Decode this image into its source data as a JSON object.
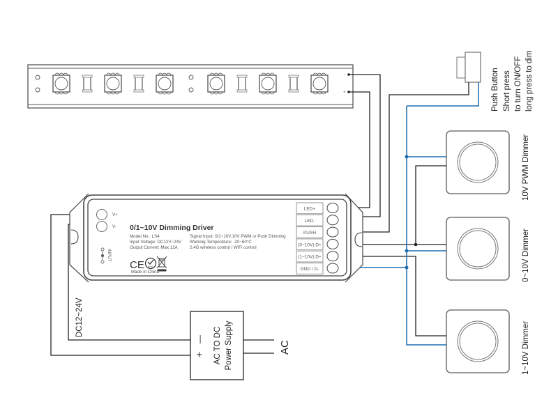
{
  "driver": {
    "title": "0/1~10V Dimming Driver",
    "specs_left": [
      "Model No.: LS4",
      "Input Voltage: DC12V~24V",
      "Output Current: Max 12A"
    ],
    "specs_right": [
      "Signal Input: 0/1~10V,10V PWM or Push Dimming",
      "Working Temperature: -20~60°C",
      "2.4G wireless control / WiFi control"
    ],
    "made_in": "Made in China",
    "input_label": "INPUT",
    "input_pins": [
      "V+",
      "V-"
    ],
    "ce_mark": "CE",
    "rohs_mark": "RoHS",
    "terminals": [
      "LED+",
      "LED-",
      "PUSH",
      "(0~10V) D+",
      "(1~10V) D+",
      "GND / D-"
    ]
  },
  "power_supply": {
    "line1": "AC TO DC",
    "line2": "Power Supply",
    "plus": "+",
    "minus": "—",
    "ac_label": "AC",
    "dc_label": "DC12~24V"
  },
  "led_strip": {
    "pin_plus": "+",
    "pin_minus": "-"
  },
  "push_button": {
    "lines": [
      "Push Button",
      "Short press",
      "to turn ON/OFF",
      "long press to dim"
    ]
  },
  "dimmers": [
    {
      "label": "10V PWM Dimmer"
    },
    {
      "label": "0~10V Dimmer"
    },
    {
      "label": "1~10V Dimmer"
    }
  ],
  "colors": {
    "wire": "#222222",
    "signal_wire": "#1f6fb0",
    "outline": "#777777"
  }
}
